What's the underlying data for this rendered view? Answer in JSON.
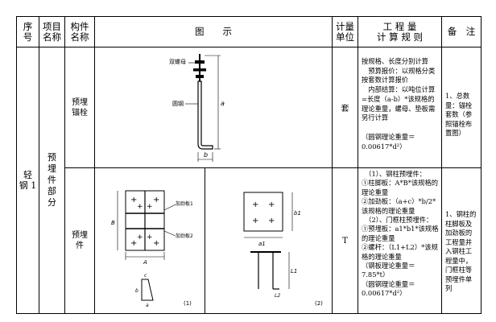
{
  "header": {
    "seq": "序\n号",
    "item_name": "项目\n名称",
    "component_name": "构件\n名称",
    "figure": "图　　示",
    "unit": "计量\n单位",
    "rules": "工 程 量\n计 算 规 则",
    "remarks": "备　注"
  },
  "rows": {
    "seq": "轻\n钢 1",
    "item": "预\n埋\n件\n部\n分",
    "row1": {
      "component": "预埋\n锚栓",
      "unit": "套",
      "rules": [
        "按规格、长度分别计算",
        "　预算报价：以规格分类按套数计算报价",
        "　内部结算：以吨位计算=长度（a-b）*该规格的理论重量，螺母、垫板需另行计算",
        "",
        "（圆钢理论重量＝0.00617*d²）"
      ],
      "remarks": "1、总数量：锚栓套数（参照锚栓布置图）",
      "figure_labels": {
        "nut": "双螺母",
        "steel": "圆钢",
        "a": "a",
        "b": "b"
      }
    },
    "row2": {
      "component": "预埋\n件",
      "unit": "T",
      "rules": [
        "　（1）、钢柱预埋件：",
        "①柱脚板：A*B*该规格的理论重量",
        "②加劲板：（a+c）*b/2*该规格的理论重量",
        "　（2）、门框柱预埋件：",
        "①预埋板：a1*b1*该规格的理论重量",
        "②螺杆：（L1+L2）*该规格的理论重量",
        "（钢板理论重量＝7.85*t）",
        "（圆钢理论重量＝0.00617*d²）"
      ],
      "remarks": "1、钢柱的柱脚板及加劲板的工程量并入钢柱工程量中，门框柱等预埋件单列",
      "figure_labels": {
        "stiffener1": "加劲板1",
        "stiffener2": "加劲板2",
        "A": "A",
        "B": "B",
        "a": "a",
        "b": "b",
        "c": "c",
        "fig1": "(1)",
        "a1": "a1",
        "b1": "b1",
        "L1": "L1",
        "L2": "L2",
        "fig2": "(2)"
      }
    }
  }
}
